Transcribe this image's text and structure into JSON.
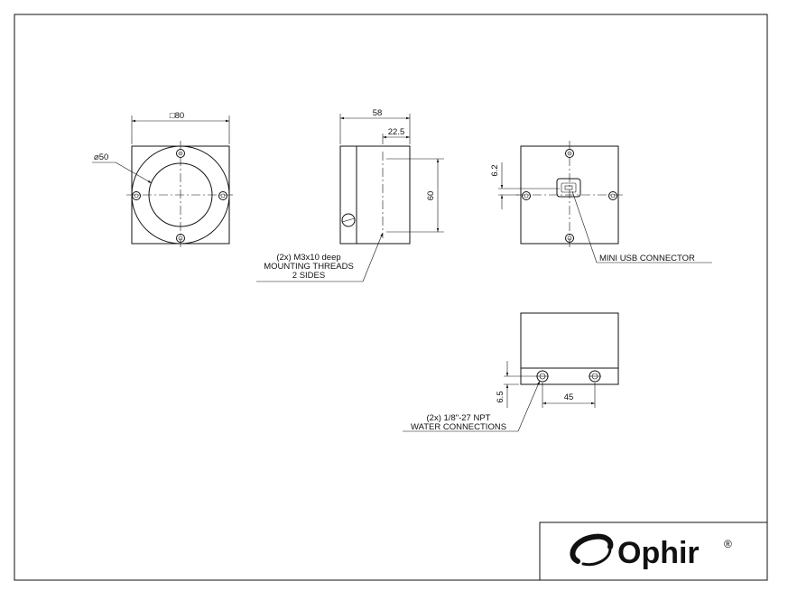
{
  "front_view": {
    "square_dim": "□80",
    "aperture_dim": "⌀50"
  },
  "side_view": {
    "depth_dim": "58",
    "offset_dim": "22.5",
    "height_dim": "60",
    "thread_note": {
      "line1": "(2x) M3x10 deep",
      "line2": "MOUNTING THREADS",
      "line3": "2 SIDES"
    }
  },
  "rear_view": {
    "vertical_dim": "6.2",
    "usb_label": "MINI USB CONNECTOR"
  },
  "bottom_view": {
    "vertical_dim": "6.5",
    "spacing_dim": "45",
    "water_note": {
      "line1": "(2x) 1/8\"-27 NPT",
      "line2": "WATER CONNECTIONS"
    }
  },
  "title_block": {
    "brand": "Ophir",
    "registered": "®"
  },
  "icons": {
    "logo_mark": "ophir-swoosh-icon",
    "screw": "screw-icon",
    "water_port": "water-port-icon"
  }
}
